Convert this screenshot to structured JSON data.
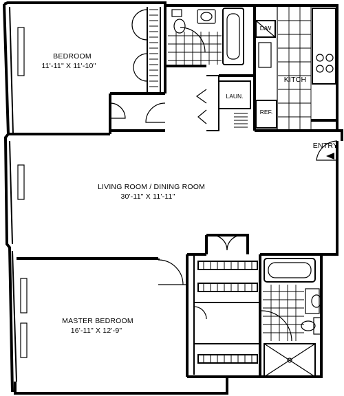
{
  "rooms": {
    "bedroom": {
      "name": "BEDROOM",
      "dims": "11'-11\" X 11'-10\""
    },
    "living": {
      "name": "LIVING ROOM / DINING ROOM",
      "dims": "30'-11\" X 11'-11\""
    },
    "master": {
      "name": "MASTER BEDROOM",
      "dims": "16'-11\" X 12'-9\""
    },
    "kitchen": {
      "name": "KITCH"
    },
    "laundry": {
      "name": "LAUN."
    },
    "refrigerator": {
      "name": "REF."
    },
    "dishwasher": {
      "name": "D/W"
    }
  },
  "entry": {
    "label": "ENTRY"
  }
}
